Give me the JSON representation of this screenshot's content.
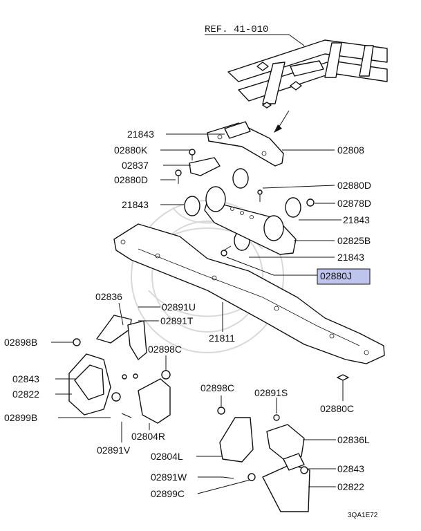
{
  "diagram": {
    "reference": "REF. 41-010",
    "image_code": "3QA1E72",
    "highlight_color": "#bfc4ec",
    "highlighted_part": "02880J",
    "labels": {
      "p21843_a": "21843",
      "p02880K": "02880K",
      "p02837": "02837",
      "p02880D_left": "02880D",
      "p21843_b": "21843",
      "p02808": "02808",
      "p02880D_right": "02880D",
      "p02878D": "02878D",
      "p21843_c": "21843",
      "p02825B": "02825B",
      "p21843_d": "21843",
      "p02880J": "02880J",
      "p02836": "02836",
      "p02891U": "02891U",
      "p02891T": "02891T",
      "p21811": "21811",
      "p02898B": "02898B",
      "p02898C_left": "02898C",
      "p02843_left": "02843",
      "p02822_left": "02822",
      "p02899B": "02899B",
      "p02804R": "02804R",
      "p02891V": "02891V",
      "p02880C": "02880C",
      "p02898C_mid": "02898C",
      "p02891S": "02891S",
      "p02836L": "02836L",
      "p02804L": "02804L",
      "p02843_right": "02843",
      "p02891W": "02891W",
      "p02822_right": "02822",
      "p02899C": "02899C"
    }
  }
}
